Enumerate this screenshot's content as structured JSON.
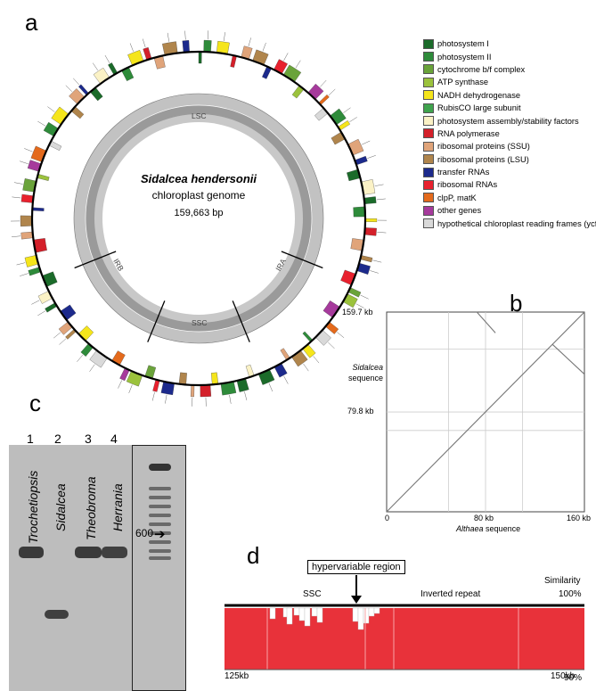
{
  "panels": {
    "a": "a",
    "b": "b",
    "c": "c",
    "d": "d"
  },
  "genome": {
    "species": "Sidalcea hendersonii",
    "subtitle": "chloroplast genome",
    "size": "159,663 bp",
    "regions": {
      "lsc": "LSC",
      "ssc": "SSC",
      "ira": "IRA",
      "irb": "IRB"
    }
  },
  "legend": [
    {
      "label": "photosystem I",
      "color": "#1b6b2a"
    },
    {
      "label": "photosystem II",
      "color": "#2e8b3a"
    },
    {
      "label": "cytochrome b/f complex",
      "color": "#6aa33a"
    },
    {
      "label": "ATP synthase",
      "color": "#9bc23c"
    },
    {
      "label": "NADH dehydrogenase",
      "color": "#f5e51b"
    },
    {
      "label": "RubisCO large subunit",
      "color": "#3fa34d"
    },
    {
      "label": "photosystem assembly/stability factors",
      "color": "#fbf2c6"
    },
    {
      "label": "RNA polymerase",
      "color": "#d4202a"
    },
    {
      "label": "ribosomal proteins (SSU)",
      "color": "#e0a47a"
    },
    {
      "label": "ribosomal proteins (LSU)",
      "color": "#b0854c"
    },
    {
      "label": "transfer RNAs",
      "color": "#1c2a8c"
    },
    {
      "label": "ribosomal RNAs",
      "color": "#e8212e"
    },
    {
      "label": "clpP, matK",
      "color": "#e46a1c"
    },
    {
      "label": "other genes",
      "color": "#a63a9c"
    },
    {
      "label": "hypothetical chloroplast reading frames (ycf)",
      "color": "#d9d9d9"
    }
  ],
  "dotplot": {
    "y_top": "159.7 kb",
    "y_mid": "79.8 kb",
    "y_title_1": "Sidalcea",
    "y_title_2": "sequence",
    "x_0": "0",
    "x_mid": "80 kb",
    "x_end": "160 kb",
    "x_title_1": "Althaea",
    "x_title_2": "sequence"
  },
  "gel": {
    "lanes": [
      {
        "num": "1",
        "name": "Trochetiopsis"
      },
      {
        "num": "2",
        "name": "Sidalcea"
      },
      {
        "num": "3",
        "name": "Theobroma"
      },
      {
        "num": "4",
        "name": "Herrania"
      }
    ],
    "marker": "600"
  },
  "similarity": {
    "callout": "hypervariable region",
    "ssc": "SSC",
    "ir": "Inverted repeat",
    "title": "Similarity",
    "top": "100%",
    "bottom": "90%",
    "x_start": "125kb",
    "x_end": "150kb"
  },
  "chart_data": {
    "type": "line",
    "title": "",
    "xlabel": "Althaea sequence",
    "ylabel": "Sidalcea sequence",
    "xlim": [
      0,
      160
    ],
    "ylim": [
      0,
      159.7
    ],
    "series": [
      {
        "x": [
          0,
          160
        ],
        "y": [
          0,
          159.7
        ]
      },
      {
        "x": [
          73,
          88
        ],
        "y": [
          159.7,
          143
        ]
      },
      {
        "x": [
          134,
          160
        ],
        "y": [
          134,
          110
        ]
      }
    ]
  }
}
